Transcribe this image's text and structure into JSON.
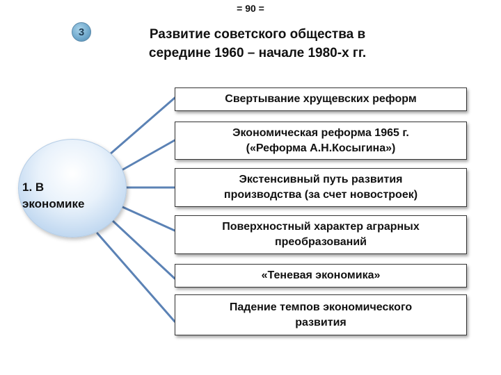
{
  "header": {
    "page_number": "= 90 =",
    "badge": "3",
    "title": "Развитие советского общества в\nсередине 1960 – начале 1980-х гг."
  },
  "hub": {
    "label": "1. В\nэкономике"
  },
  "items": [
    {
      "label": "Свертывание хрущевских реформ"
    },
    {
      "label": "Экономическая реформа 1965 г.\n(«Реформа А.Н.Косыгина»)"
    },
    {
      "label": "Экстенсивный путь развития\nпроизводства (за счет новостроек)"
    },
    {
      "label": "Поверхностный характер аграрных\nпреобразований"
    },
    {
      "label": "«Теневая экономика»"
    },
    {
      "label": "Падение темпов экономического\nразвития"
    }
  ],
  "colors": {
    "connector": "#5b82b5",
    "hub_fill": "#bcd5ef",
    "badge": "#6fa8cc"
  }
}
